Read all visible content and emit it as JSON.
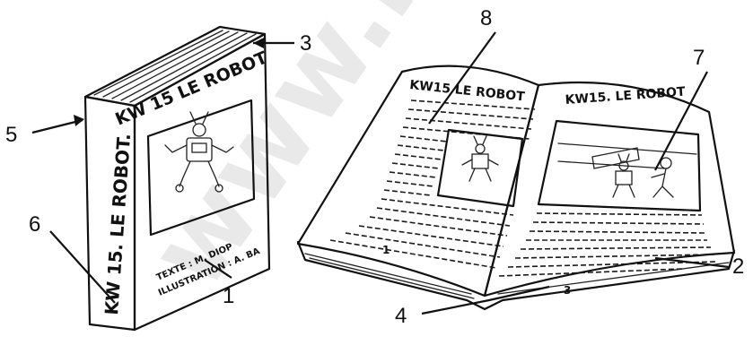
{
  "watermark": "www.ion",
  "closed_book": {
    "cover_title": "KW 15 LE ROBOT",
    "spine_title": "KW 15. LE ROBOT.",
    "credit_text": "TEXTE : M. DIOP",
    "credit_illus": "ILLUSTRATION : A. BA"
  },
  "open_book": {
    "left_heading": "KW15 LE ROBOT",
    "right_heading": "KW15. LE ROBOT",
    "left_page_number": "1",
    "right_page_number": "3"
  },
  "callouts": [
    "1",
    "2",
    "3",
    "4",
    "5",
    "6",
    "7",
    "8"
  ]
}
